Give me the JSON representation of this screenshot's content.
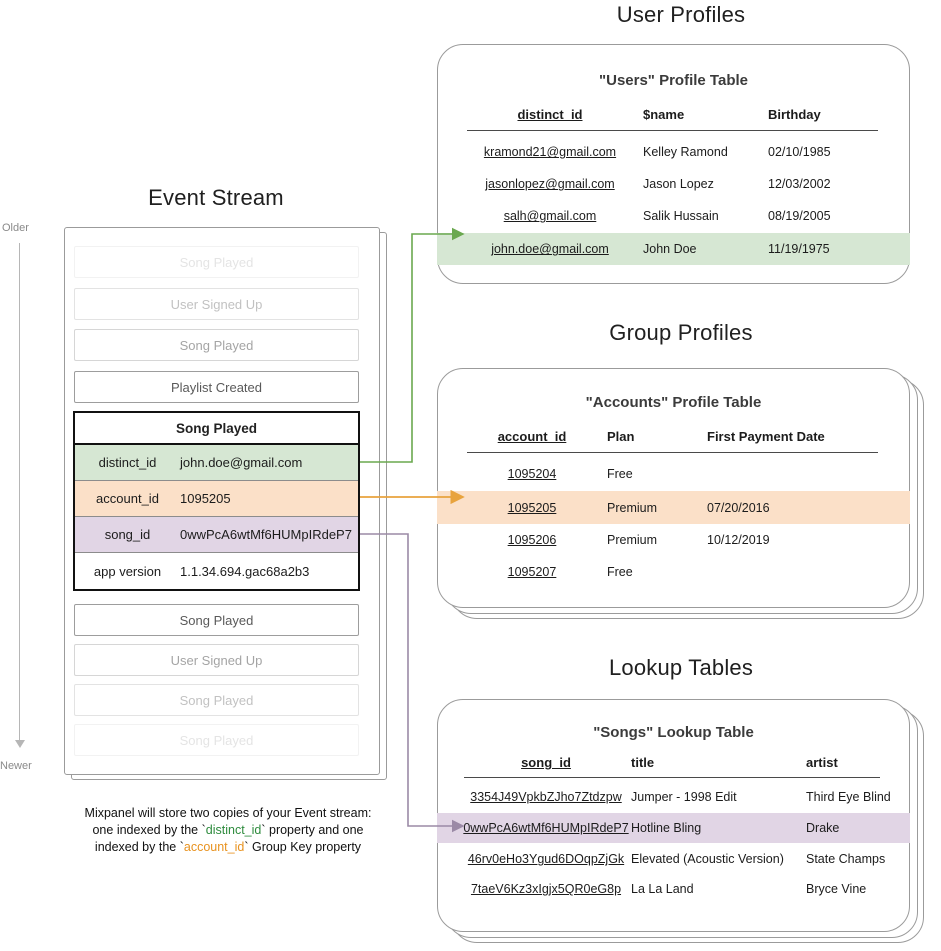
{
  "sections": {
    "user_profiles": "User Profiles",
    "group_profiles": "Group Profiles",
    "lookup_tables": "Lookup Tables",
    "event_stream": "Event Stream"
  },
  "timeline": {
    "top_label": "Older",
    "bottom_label": "Newer"
  },
  "event_stream": {
    "rows_above": [
      {
        "label": "Song Played",
        "fade": "f1"
      },
      {
        "label": "User Signed Up",
        "fade": "f2"
      },
      {
        "label": "Song Played",
        "fade": "f3"
      },
      {
        "label": "Playlist Created",
        "fade": "f4"
      }
    ],
    "expanded_event": {
      "title": "Song Played",
      "properties": [
        {
          "key": "distinct_id",
          "value": "john.doe@gmail.com",
          "highlight": "green"
        },
        {
          "key": "account_id",
          "value": "1095205",
          "highlight": "orange"
        },
        {
          "key": "song_id",
          "value": "0wwPcA6wtMf6HUMpIRdeP7",
          "highlight": "purple"
        },
        {
          "key": "app version",
          "value": "1.1.34.694.gac68a2b3",
          "highlight": "none"
        }
      ]
    },
    "rows_below": [
      {
        "label": "Song Played",
        "fade": "f4"
      },
      {
        "label": "User Signed Up",
        "fade": "f3"
      },
      {
        "label": "Song Played",
        "fade": "f2"
      },
      {
        "label": "Song Played",
        "fade": "f1"
      }
    ]
  },
  "users_table": {
    "title": "\"Users\" Profile Table",
    "columns": [
      "distinct_id",
      "$name",
      "Birthday"
    ],
    "rows": [
      {
        "cells": [
          "kramond21@gmail.com",
          "Kelley Ramond",
          "02/10/1985"
        ],
        "highlight": "none"
      },
      {
        "cells": [
          "jasonlopez@gmail.com",
          "Jason Lopez",
          "12/03/2002"
        ],
        "highlight": "none"
      },
      {
        "cells": [
          "salh@gmail.com",
          "Salik Hussain",
          "08/19/2005"
        ],
        "highlight": "none"
      },
      {
        "cells": [
          "john.doe@gmail.com",
          "John Doe",
          "11/19/1975"
        ],
        "highlight": "green"
      }
    ]
  },
  "accounts_table": {
    "title": "\"Accounts\" Profile Table",
    "columns": [
      "account_id",
      "Plan",
      "First Payment Date"
    ],
    "rows": [
      {
        "cells": [
          "1095204",
          "Free",
          ""
        ],
        "highlight": "none"
      },
      {
        "cells": [
          "1095205",
          "Premium",
          "07/20/2016"
        ],
        "highlight": "orange"
      },
      {
        "cells": [
          "1095206",
          "Premium",
          "10/12/2019"
        ],
        "highlight": "none"
      },
      {
        "cells": [
          "1095207",
          "Free",
          ""
        ],
        "highlight": "none"
      }
    ]
  },
  "songs_table": {
    "title": "\"Songs\" Lookup Table",
    "columns": [
      "song_id",
      "title",
      "artist"
    ],
    "rows": [
      {
        "cells": [
          "3354J49VpkbZJho7Ztdzpw",
          "Jumper - 1998 Edit",
          "Third Eye Blind"
        ],
        "highlight": "none"
      },
      {
        "cells": [
          "0wwPcA6wtMf6HUMpIRdeP7",
          "Hotline Bling",
          "Drake"
        ],
        "highlight": "purple"
      },
      {
        "cells": [
          "46rv0eHo3Ygud6DOqpZjGk",
          "Elevated (Acoustic Version)",
          "State Champs"
        ],
        "highlight": "none"
      },
      {
        "cells": [
          "7taeV6Kz3xIgjx5QR0eG8p",
          "La La Land",
          "Bryce Vine"
        ],
        "highlight": "none"
      }
    ]
  },
  "caption": {
    "line1": "Mixpanel will store two copies of your Event stream:",
    "line2_a": "one indexed by the `",
    "line2_token": "distinct_id",
    "line2_b": "` property and one",
    "line3_a": "indexed by the `",
    "line3_token": "account_id",
    "line3_b": "` Group Key property"
  },
  "colors": {
    "green_fill": "#d6e7d3",
    "orange_fill": "#fbe0c8",
    "purple_fill": "#e1d5e5",
    "green_line": "#6aa84f",
    "orange_line": "#e8a33d",
    "purple_line": "#9b8aa6",
    "card_border": "#9b9b9b",
    "text": "#1a1a1a"
  }
}
